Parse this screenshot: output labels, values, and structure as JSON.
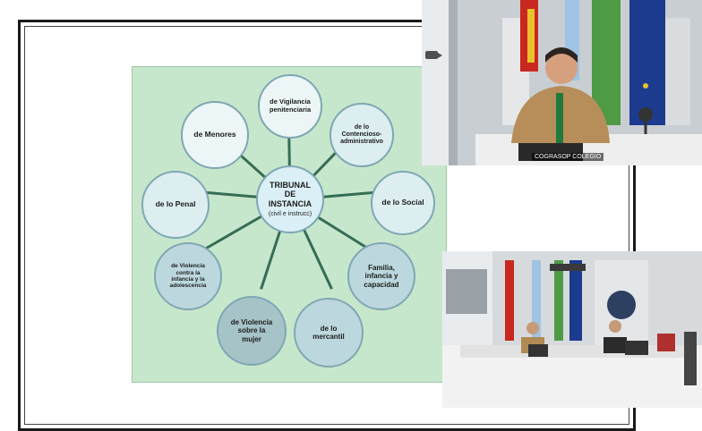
{
  "diagram": {
    "center": {
      "line1": "TRIBUNAL",
      "line2": "DE",
      "line3": "INSTANCIA",
      "sub": "(civil e instrucc)"
    },
    "nodes": {
      "vigilancia": {
        "l1": "de Vigilancia",
        "l2": "penitenciaria"
      },
      "contencioso": {
        "l1": "de lo",
        "l2": "Contencioso-",
        "l3": "administrativo"
      },
      "social": "de lo Social",
      "familia": {
        "l1": "Familia,",
        "l2": "infancia y",
        "l3": "capacidad"
      },
      "mercantil": {
        "l1": "de lo",
        "l2": "mercantil"
      },
      "violencia_mujer": {
        "l1": "de Violencia",
        "l2": "sobre la",
        "l3": "mujer"
      },
      "violencia_infancia": {
        "l1": "de Violencia",
        "l2": "contra la",
        "l3": "infancia y la",
        "l4": "adolescencia"
      },
      "penal": "de lo Penal",
      "menores": "de Menores"
    }
  },
  "video_top": {
    "label": "COGRASOP COLEGIO",
    "icon": "camera-icon"
  },
  "video_bottom": {
    "icon": "conference-room"
  },
  "colors": {
    "panel": "#c7e7cc",
    "spoke": "#356d55",
    "node_border": "#7fa7b4"
  }
}
